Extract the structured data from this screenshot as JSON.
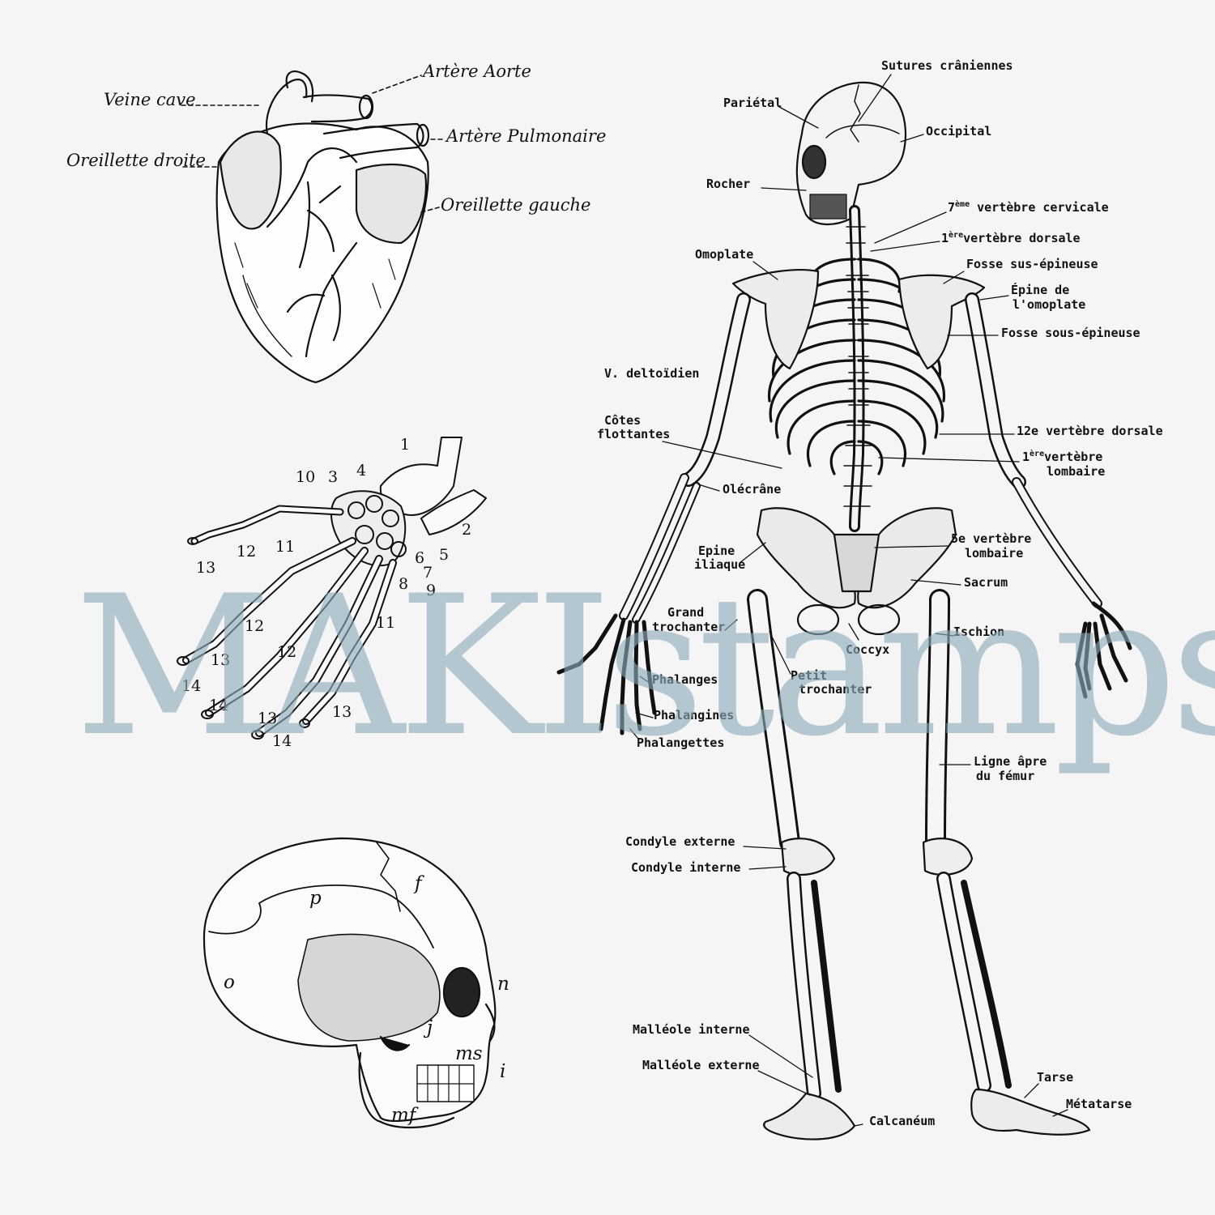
{
  "watermark": "MAKIstamps",
  "heart": {
    "labels": {
      "veine_cave": "Veine cave",
      "artere_aorte": "Artère Aorte",
      "artere_pulmonaire": "Artère Pulmonaire",
      "oreillette_droite": "Oreillette droite",
      "oreillette_gauche": "Oreillette gauche"
    }
  },
  "hand": {
    "numbers": [
      "1",
      "2",
      "3",
      "4",
      "5",
      "6",
      "7",
      "8",
      "9",
      "10",
      "11",
      "11",
      "12",
      "12",
      "12",
      "13",
      "13",
      "13",
      "13",
      "14",
      "14",
      "14"
    ]
  },
  "skull": {
    "letters": [
      "p",
      "f",
      "o",
      "n",
      "j",
      "ms",
      "i",
      "mf"
    ]
  },
  "skeleton": {
    "labels": {
      "sutures": "Sutures crâniennes",
      "parietal": "Pariétal",
      "occipital": "Occipital",
      "rocher": "Rocher",
      "vert_cervicale_a": "7",
      "vert_cervicale_sup": "ème",
      "vert_cervicale_b": " vertèbre cervicale",
      "vert_dorsale_a": "1",
      "vert_dorsale_sup": "ère",
      "vert_dorsale_b": "vertèbre dorsale",
      "omoplate": "Omoplate",
      "fosse_sus": "Fosse sus-épineuse",
      "epine_omoplate_1": "Épine de",
      "epine_omoplate_2": "l'omoplate",
      "fosse_sous": "Fosse sous-épineuse",
      "v_deltoidien": "V. deltoïdien",
      "cotes_1": "Côtes",
      "cotes_2": "flottantes",
      "vert_12": "12e vertèbre dorsale",
      "lombaire_1_a": "1",
      "lombaire_1_sup": "ère",
      "lombaire_1_b": "vertèbre",
      "lombaire_1_c": "lombaire",
      "olecrane": "Olécrâne",
      "epine_iliaque_1": "Epine",
      "epine_iliaque_2": "iliaque",
      "lombaire_5_a": "5e vertèbre",
      "lombaire_5_b": "lombaire",
      "sacrum": "Sacrum",
      "grand_troch_1": "Grand",
      "grand_troch_2": "trochanter",
      "ischion": "Ischion",
      "coccyx": "Coccyx",
      "phalanges": "Phalanges",
      "petit_troch_1": "Petit",
      "petit_troch_2": "trochanter",
      "phalangines": "Phalangines",
      "phalangettes": "Phalangettes",
      "ligne_apre_1": "Ligne âpre",
      "ligne_apre_2": "du fémur",
      "condyle_ext": "Condyle externe",
      "condyle_int": "Condyle interne",
      "malleole_int": "Malléole interne",
      "malleole_ext": "Malléole externe",
      "tarse": "Tarse",
      "metatarse": "Métatarse",
      "calcaneum": "Calcanéum"
    }
  }
}
